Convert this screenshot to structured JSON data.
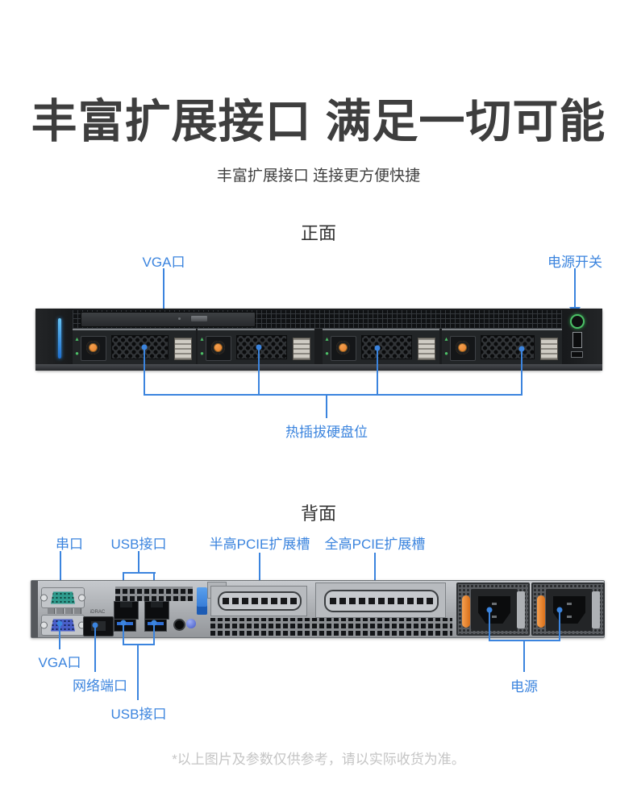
{
  "page": {
    "title": "丰富扩展接口 满足一切可能",
    "subtitle": "丰富扩展接口 连接更方便快捷",
    "footer": "*以上图片及参数仅供参考，请以实际收货为准。"
  },
  "front": {
    "section_title": "正面",
    "labels": {
      "vga": "VGA口",
      "power_switch": "电源开关",
      "hot_swap": "热插拔硬盘位"
    }
  },
  "back": {
    "section_title": "背面",
    "labels": {
      "serial": "串口",
      "usb_top": "USB接口",
      "pcie_half": "半高PCIE扩展槽",
      "pcie_full": "全高PCIE扩展槽",
      "vga": "VGA口",
      "network": "网络端口",
      "usb_bottom": "USB接口",
      "power": "电源"
    },
    "panel_text": {
      "idrac": "iDRAC"
    }
  },
  "colors": {
    "accent_blue": "#3b84de",
    "title_text": "#3e3e3e",
    "footer_text": "#c5c5c5",
    "led_green": "#4cbf66",
    "latch_orange": "#ef8430"
  }
}
